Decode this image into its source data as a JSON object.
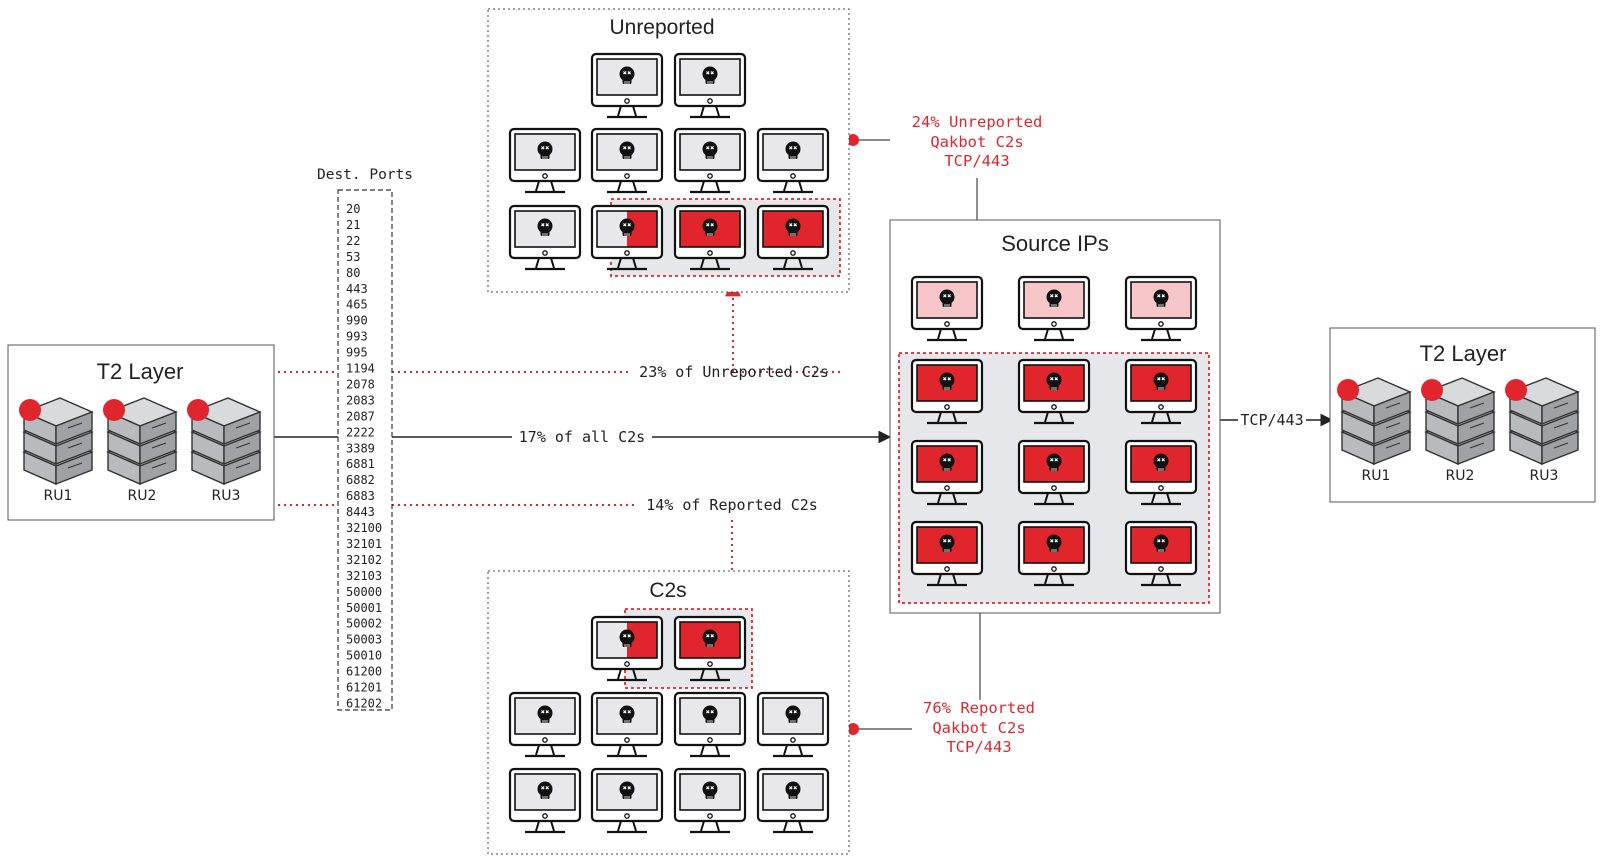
{
  "colors": {
    "red": "#e0262c",
    "red_dark": "#d52b2b",
    "light_red": "#f7c6c8",
    "screen_gray": "#e8e8ea",
    "panel_gray": "#e5e7ea",
    "box_border": "#555555",
    "server_gray": "#b9babd"
  },
  "t2_left": {
    "title": "T2 Layer",
    "servers": [
      "RU1",
      "RU2",
      "RU3"
    ]
  },
  "t2_right": {
    "title": "T2 Layer",
    "servers": [
      "RU1",
      "RU2",
      "RU3"
    ]
  },
  "ports": {
    "header": "Dest. Ports",
    "list": [
      "20",
      "21",
      "22",
      "53",
      "80",
      "443",
      "465",
      "990",
      "993",
      "995",
      "1194",
      "2078",
      "2083",
      "2087",
      "2222",
      "3389",
      "6881",
      "6882",
      "6883",
      "8443",
      "32100",
      "32101",
      "32102",
      "32103",
      "50000",
      "50001",
      "50002",
      "50003",
      "50010",
      "61200",
      "61201",
      "61202"
    ]
  },
  "unreported": {
    "title": "Unreported",
    "annotation": [
      "24% Unreported",
      "Qakbot C2s",
      "TCP/443"
    ]
  },
  "c2s": {
    "title": "C2s",
    "annotation": [
      "76% Reported",
      "Qakbot C2s",
      "TCP/443"
    ]
  },
  "source": {
    "title": "Source IPs"
  },
  "flows": {
    "unreported_pct": "23% of Unreported C2s",
    "all_pct": "17% of all C2s",
    "reported_pct": "14% of Reported C2s",
    "egress": "TCP/443"
  },
  "icons": {
    "monitor": "monitor-skull-icon",
    "server": "server-stack-icon"
  }
}
